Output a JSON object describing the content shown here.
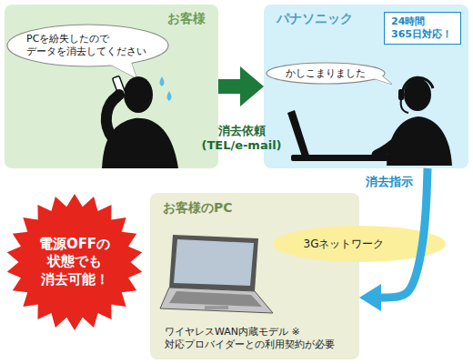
{
  "diagram": {
    "nodes": [
      {
        "text": [
          "お客様"
        ]
      },
      {
        "text": [
          "PCを紛失したので データを消去してください"
        ],
        "in": 0
      },
      {
        "text": [
          "パナソニック"
        ]
      },
      {
        "text": [
          "24時間 365日対応！"
        ],
        "in": 2
      },
      {
        "text": [
          "かしこまりました"
        ],
        "in": 2
      },
      {
        "text": [
          "お客様のPC",
          "ワイヤレスWAN内蔵モデル ※対応プロバイダーとの利用契約が必要"
        ]
      },
      {
        "text": [
          "電源OFFの 状態でも 消去可能！"
        ]
      },
      {
        "text": [
          "3Gネットワーク"
        ]
      }
    ],
    "edges": [
      {
        "from": 0,
        "to": 2,
        "arrow": "to",
        "label": "消去依頼 (TEL/e-mail)"
      },
      {
        "from": 2,
        "to": 5,
        "arrow": "to",
        "label": "消去指示"
      }
    ]
  }
}
